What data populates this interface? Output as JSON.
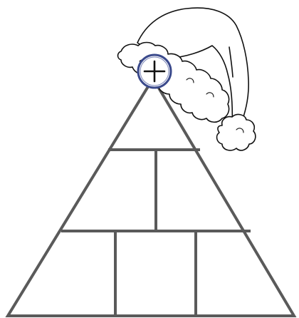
{
  "colors": {
    "background": "#ffffff",
    "pyramid_stroke": "#5a5a5a",
    "hat_stroke": "#111111",
    "hat_fill": "#ffffff",
    "badge_ring": "#3b4a8c",
    "badge_fill": "#ffffff",
    "badge_plus": "#111111"
  },
  "diagram": {
    "levels": [
      {
        "level": "top",
        "cells": 1
      },
      {
        "level": "middle",
        "cells": 2
      },
      {
        "level": "bottom",
        "cells": 3
      }
    ],
    "decoration": {
      "hat": "santa-hat",
      "badge_icon": "plus-icon"
    }
  }
}
